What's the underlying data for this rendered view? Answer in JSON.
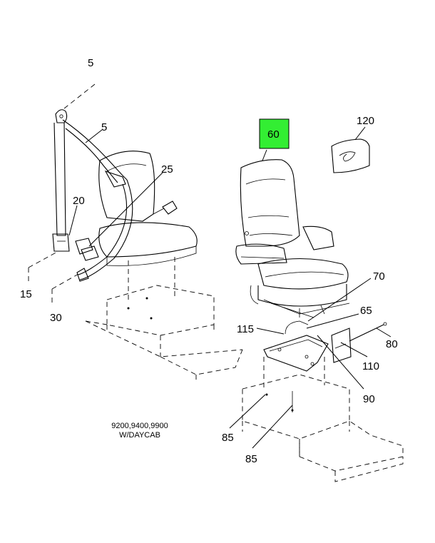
{
  "callouts": {
    "c5a": "5",
    "c5b": "5",
    "c25": "25",
    "c20": "20",
    "c15": "15",
    "c30": "30",
    "c60": "60",
    "c120": "120",
    "c70": "70",
    "c65": "65",
    "c115": "115",
    "c80": "80",
    "c110": "110",
    "c90": "90",
    "c85a": "85",
    "c85b": "85"
  },
  "note": {
    "line1": "9200,9400,9900",
    "line2": "W/DAYCAB"
  },
  "highlight": {
    "part": "60",
    "color": "#33ee33"
  }
}
